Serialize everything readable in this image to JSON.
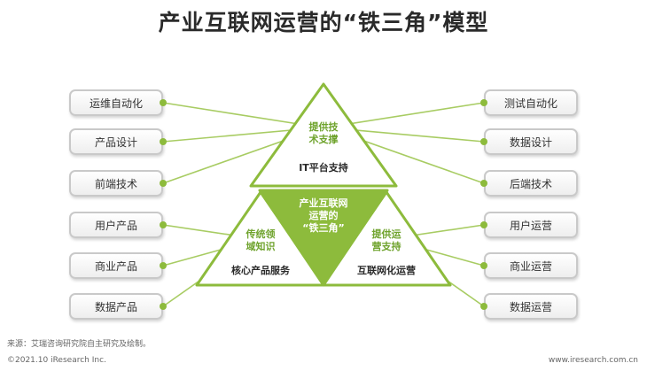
{
  "title": "产业互联网运营的“铁三角”模型",
  "left_items": [
    "运维自动化",
    "产品设计",
    "前端技术",
    "用户产品",
    "商业产品",
    "数据产品"
  ],
  "right_items": [
    "测试自动化",
    "数据设计",
    "后端技术",
    "用户运营",
    "商业运营",
    "数据运营"
  ],
  "top_triangle": {
    "support_line1": "提供技",
    "support_line2": "术支撑",
    "name": "IT平台支持"
  },
  "center_triangle": {
    "line1": "产业互联网",
    "line2": "运营的",
    "line3": "“铁三角”"
  },
  "left_triangle": {
    "support_line1": "传统领",
    "support_line2": "域知识",
    "name": "核心产品服务"
  },
  "right_triangle": {
    "support_line1": "提供运",
    "support_line2": "营支持",
    "name": "互联网化运营"
  },
  "footer": {
    "source": "来源：艾瑞咨询研究院自主研究及绘制。",
    "copyright": "©2021.10 iResearch Inc.",
    "website": "www.iresearch.com.cn"
  },
  "colors": {
    "accent": "#8dbb3c",
    "accent_dark": "#6fa32d",
    "box_border": "#c9c9c9"
  }
}
